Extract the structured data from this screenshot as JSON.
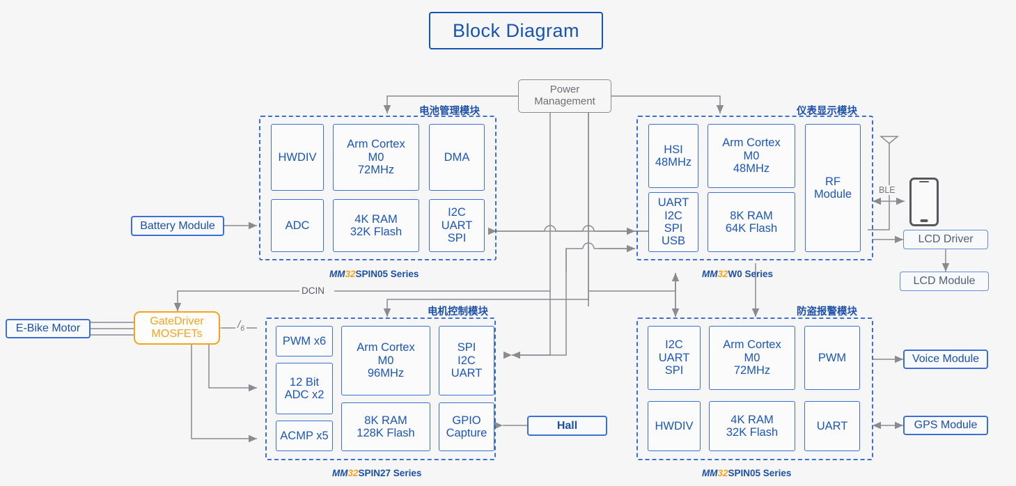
{
  "title": {
    "text": "Block Diagram"
  },
  "power": {
    "label": "Power\nManagement",
    "line1": "Power",
    "line2": "Management"
  },
  "groups": {
    "battery": {
      "cn_label": "电池管理模块",
      "series_mm": "MM",
      "series_32": "32",
      "series_rest": "SPIN05 Series",
      "blocks": {
        "hwdiv": "HWDIV",
        "core_l1": "Arm Cortex",
        "core_l2": "M0",
        "core_l3": "72MHz",
        "dma": "DMA",
        "adc": "ADC",
        "mem_l1": "4K RAM",
        "mem_l2": "32K Flash",
        "comm_l1": "I2C",
        "comm_l2": "UART",
        "comm_l3": "SPI"
      }
    },
    "display": {
      "cn_label": "仪表显示模块",
      "series_mm": "MM",
      "series_32": "32",
      "series_rest": "W0 Series",
      "blocks": {
        "hsi_l1": "HSI",
        "hsi_l2": "48MHz",
        "core_l1": "Arm Cortex",
        "core_l2": "M0",
        "core_l3": "48MHz",
        "rf_l1": "RF",
        "rf_l2": "Module",
        "comm_l1": "UART",
        "comm_l2": "I2C",
        "comm_l3": "SPI",
        "comm_l4": "USB",
        "mem_l1": "8K RAM",
        "mem_l2": "64K Flash"
      }
    },
    "motor": {
      "cn_label": "电机控制模块",
      "series_mm": "MM",
      "series_32": "32",
      "series_rest": "SPIN27 Series",
      "blocks": {
        "pwm": "PWM x6",
        "adc_l1": "12 Bit",
        "adc_l2": "ADC x2",
        "acmp": "ACMP x5",
        "core_l1": "Arm Cortex",
        "core_l2": "M0",
        "core_l3": "96MHz",
        "mem_l1": "8K RAM",
        "mem_l2": "128K Flash",
        "comm_l1": "SPI",
        "comm_l2": "I2C",
        "comm_l3": "UART",
        "gpio_l1": "GPIO",
        "gpio_l2": "Capture"
      }
    },
    "alarm": {
      "cn_label": "防盗报警模块",
      "series_mm": "MM",
      "series_32": "32",
      "series_rest": "SPIN05 Series",
      "blocks": {
        "comm_l1": "I2C",
        "comm_l2": "UART",
        "comm_l3": "SPI",
        "core_l1": "Arm Cortex",
        "core_l2": "M0",
        "core_l3": "72MHz",
        "pwm": "PWM",
        "hwdiv": "HWDIV",
        "mem_l1": "4K RAM",
        "mem_l2": "32K Flash",
        "uart": "UART"
      }
    }
  },
  "peripherals": {
    "battery_module": "Battery Module",
    "ebike_motor": "E-Bike Motor",
    "gate_driver_l1": "GateDriver",
    "gate_driver_l2": "MOSFETs",
    "hall": "Hall",
    "lcd_driver": "LCD Driver",
    "lcd_module": "LCD Module",
    "voice_module": "Voice Module",
    "gps_module": "GPS Module"
  },
  "wire_labels": {
    "dcin": "DCIN",
    "ble": "BLE",
    "six_slash": "/",
    "six_num": "6"
  },
  "colors": {
    "accent_blue": "#1b4fa8",
    "block_blue": "#3b6fd4",
    "orange": "#f5a21e",
    "wire_gray": "#8a8a8f",
    "background": "#f6f6f7"
  }
}
